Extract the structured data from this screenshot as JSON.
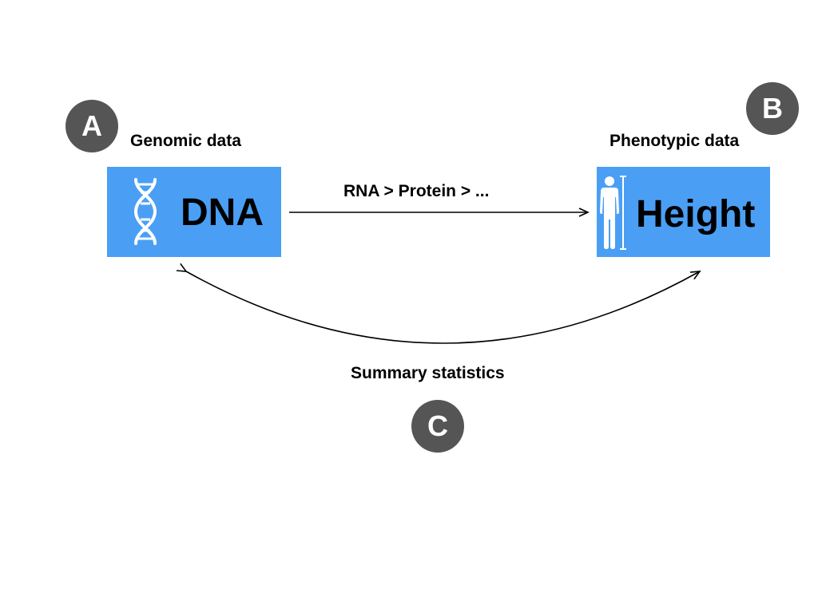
{
  "nodes": {
    "a": {
      "badge": "A",
      "heading": "Genomic data",
      "box_label": "DNA",
      "icon": "dna-helix-icon"
    },
    "b": {
      "badge": "B",
      "heading": "Phenotypic data",
      "box_label": "Height",
      "icon": "human-height-icon"
    },
    "c": {
      "badge": "C"
    }
  },
  "edges": {
    "forward_label": "RNA > Protein > ...",
    "curve_label": "Summary statistics"
  },
  "colors": {
    "box_fill": "#4a9ff5",
    "badge_fill": "#555555",
    "icon_stroke": "#ffffff",
    "arrow": "#000000"
  }
}
